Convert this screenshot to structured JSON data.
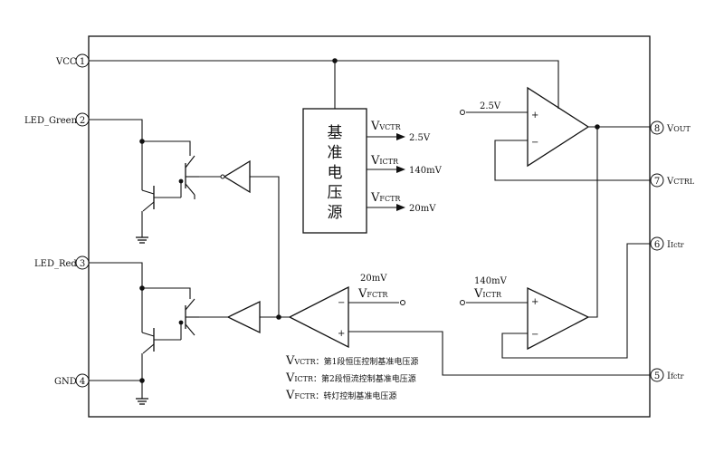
{
  "pins": [
    {
      "num": "1",
      "label": "VCC"
    },
    {
      "num": "2",
      "label": "LED_Green"
    },
    {
      "num": "3",
      "label": "LED_Red"
    },
    {
      "num": "4",
      "label": "GND"
    },
    {
      "num": "5",
      "label": "I",
      "sub": "fctr"
    },
    {
      "num": "6",
      "label": "I",
      "sub": "Ictr"
    },
    {
      "num": "7",
      "label": "V",
      "sub": "CTRL"
    },
    {
      "num": "8",
      "label": "V",
      "sub": "OUT"
    }
  ],
  "reference_block": {
    "chars": [
      "基",
      "准",
      "电",
      "压",
      "源"
    ],
    "outputs": [
      {
        "label": "V",
        "sub": "VCTR",
        "value": "2.5V"
      },
      {
        "label": "V",
        "sub": "ICTR",
        "value": "140mV"
      },
      {
        "label": "V",
        "sub": "FCTR",
        "value": "20mV"
      }
    ]
  },
  "opamps": {
    "top": {
      "input_value": "2.5V",
      "plus": "+",
      "minus": "−"
    },
    "bottom_right": {
      "input_value": "140mV",
      "input_label": "V",
      "input_sub": "ICTR",
      "plus": "+",
      "minus": "−"
    },
    "bottom_left": {
      "input_value": "20mV",
      "input_label": "V",
      "input_sub": "FCTR",
      "plus": "+",
      "minus": "−"
    }
  },
  "legend": [
    {
      "label": "V",
      "sub": "VCTR",
      "text": "：第1段恒压控制基准电压源"
    },
    {
      "label": "V",
      "sub": "ICTR",
      "text": "：第2段恒流控制基准电压源"
    },
    {
      "label": "V",
      "sub": "FCTR",
      "text": "：转灯控制基准电压源"
    }
  ]
}
